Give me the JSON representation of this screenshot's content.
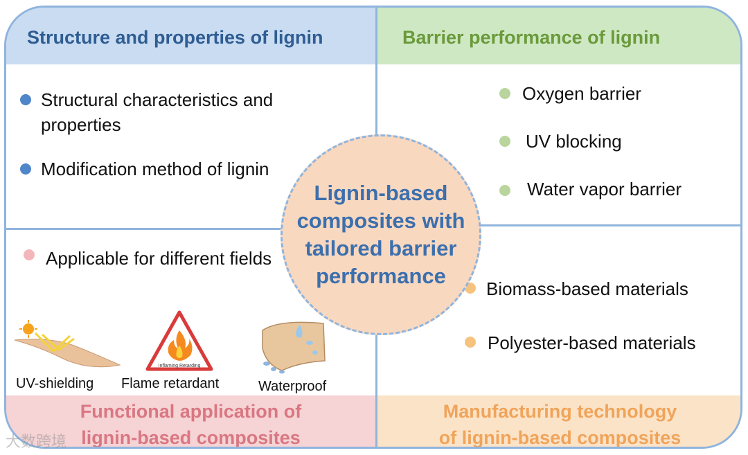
{
  "quadrants": {
    "top_left": {
      "title": "Structure and properties of lignin",
      "items": [
        "Structural characteristics and properties",
        "Modification method of lignin"
      ],
      "color": "#2f5d93"
    },
    "top_right": {
      "title": "Barrier performance of lignin",
      "items": [
        "Oxygen barrier",
        "UV blocking",
        "Water vapor barrier"
      ],
      "color": "#6a9a3a"
    },
    "bottom_left": {
      "title_line1": "Functional application of",
      "title_line2": "lignin-based composites",
      "items": [
        "Applicable for different fields"
      ],
      "icons": [
        {
          "icon": "uv-shielding-icon",
          "caption": "UV-shielding"
        },
        {
          "icon": "flame-retardant-icon",
          "caption": "Flame retardant",
          "sign_text": "Inflaming Retarding"
        },
        {
          "icon": "waterproof-icon",
          "caption": "Waterproof"
        }
      ],
      "color": "#d97782"
    },
    "bottom_right": {
      "title_line1": "Manufacturing technology",
      "title_line2": "of lignin-based composites",
      "items": [
        "Biomass-based materials",
        "Polyester-based materials"
      ],
      "color": "#f0a45a"
    }
  },
  "center": {
    "lines": [
      "Lignin-based",
      "composites with",
      "tailored barrier",
      "performance"
    ],
    "color": "#3b6fad"
  },
  "watermark": "大数跨境"
}
